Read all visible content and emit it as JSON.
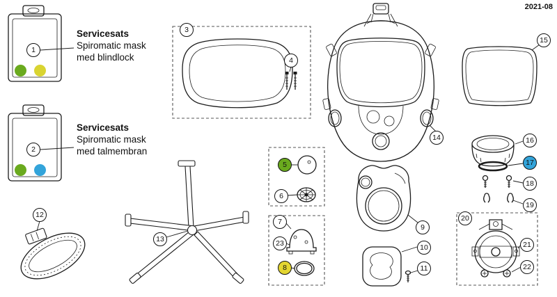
{
  "meta": {
    "date": "2021-08"
  },
  "colors": {
    "highlight_green": "#6aaa1e",
    "highlight_yellow": "#e3d531",
    "highlight_blue": "#33a4da"
  },
  "kits": [
    {
      "number": "1",
      "title": "Servicesats",
      "line1": "Spiromatic mask",
      "line2": "med blindlock",
      "dot1": "#6aaa1e",
      "dot2": "#d9d431"
    },
    {
      "number": "2",
      "title": "Servicesats",
      "line1": "Spiromatic mask",
      "line2": "med talmembran",
      "dot1": "#6aaa1e",
      "dot2": "#33a4da"
    }
  ],
  "callouts": [
    {
      "n": "1"
    },
    {
      "n": "2"
    },
    {
      "n": "3"
    },
    {
      "n": "4"
    },
    {
      "n": "5",
      "bg": "#6aaa1e"
    },
    {
      "n": "6"
    },
    {
      "n": "7"
    },
    {
      "n": "8",
      "bg": "#e3d531"
    },
    {
      "n": "9"
    },
    {
      "n": "10"
    },
    {
      "n": "11"
    },
    {
      "n": "12"
    },
    {
      "n": "13"
    },
    {
      "n": "14"
    },
    {
      "n": "15"
    },
    {
      "n": "16"
    },
    {
      "n": "17",
      "bg": "#33a4da"
    },
    {
      "n": "18"
    },
    {
      "n": "19"
    },
    {
      "n": "20"
    },
    {
      "n": "21"
    },
    {
      "n": "22"
    },
    {
      "n": "23"
    }
  ]
}
